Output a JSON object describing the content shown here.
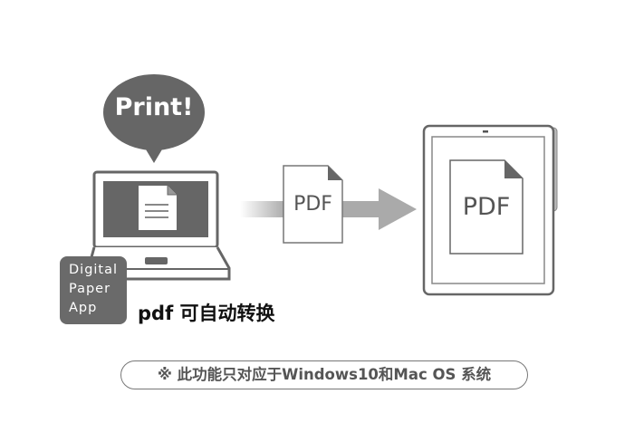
{
  "bubble": {
    "label": "Print!"
  },
  "app_tile": {
    "lines": [
      "Digital",
      "Paper",
      "App"
    ]
  },
  "caption": "pdf 可自动转换",
  "document_small": {
    "label": "PDF"
  },
  "document_tablet": {
    "label": "PDF"
  },
  "footnote": "※ 此功能只对应于Windows10和Mac OS 系统",
  "colors": {
    "dark": "#666666",
    "mid": "#999999",
    "line": "#777777"
  }
}
